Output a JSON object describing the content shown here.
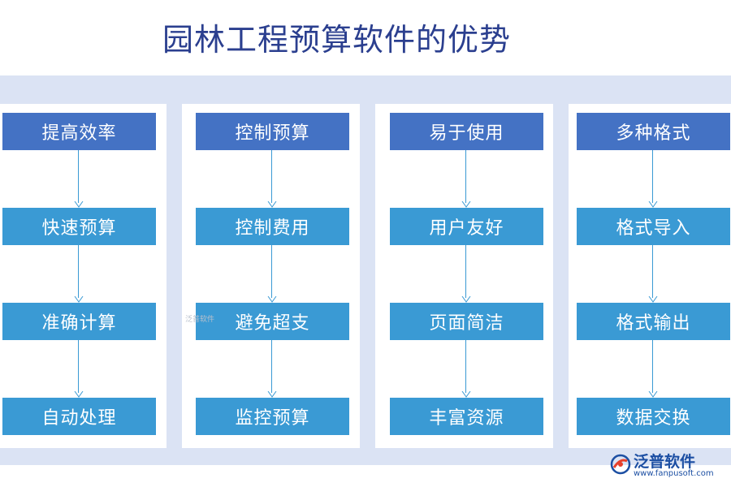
{
  "title": "园林工程预算软件的优势",
  "columns": [
    {
      "header": "提高效率",
      "items": [
        "快速预算",
        "准确计算",
        "自动处理"
      ]
    },
    {
      "header": "控制预算",
      "items": [
        "控制费用",
        "避免超支",
        "监控预算"
      ]
    },
    {
      "header": "易于使用",
      "items": [
        "用户友好",
        "页面简洁",
        "丰富资源"
      ]
    },
    {
      "header": "多种格式",
      "items": [
        "格式导入",
        "格式输出",
        "数据交换"
      ]
    }
  ],
  "logo": {
    "brand": "泛普软件",
    "url": "www.fanpusoft.com",
    "icon": "fanpu-logo-icon"
  },
  "watermark": "泛普软件",
  "colors": {
    "header": "#4472c4",
    "item": "#3a9ad4",
    "band": "#dbe3f4",
    "title": "#2b3f8f"
  }
}
